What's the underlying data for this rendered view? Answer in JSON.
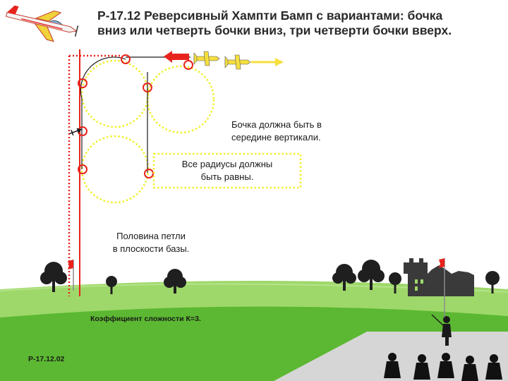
{
  "title": {
    "line1": "Р-17.12 Реверсивный Хампти Бамп с вариантами: бочка",
    "line2": "вниз или четверть бочки вниз, три четверти бочки вверх."
  },
  "notes": {
    "barrel_line1": "Бочка должна быть в",
    "barrel_line2": "середине вертикали.",
    "radii_line1": "Все радиусы должны",
    "radii_line2": "быть равны.",
    "half_loop_line1": "Половина петли",
    "half_loop_line2": "в плоскости базы."
  },
  "coefficient": "Коэффициент сложности К=3.",
  "figure_code": "Р-17.12.02",
  "colors": {
    "sky": "#ffffff",
    "grass_far": "#9ed86a",
    "grass_near": "#5cb832",
    "judge_line": "#d9d9d9",
    "flight_path": "#1a1a1a",
    "reference_line": "#e8231d",
    "dashed_circle": "#f2f02a",
    "marker": "#e8231d",
    "arrow_red": "#e8231d",
    "arrow_yellow": "#f6df3e",
    "radii_box_border": "#f2f02a",
    "tree": "#1f1f1f",
    "castle": "#3a3a3a",
    "flag": "#e8231d"
  },
  "icons": [
    "aerobatic-plane-icon",
    "small-plane-icon",
    "pilot-figure-icon",
    "judge-figure-icon",
    "flag-icon",
    "tree-icon",
    "castle-icon"
  ]
}
